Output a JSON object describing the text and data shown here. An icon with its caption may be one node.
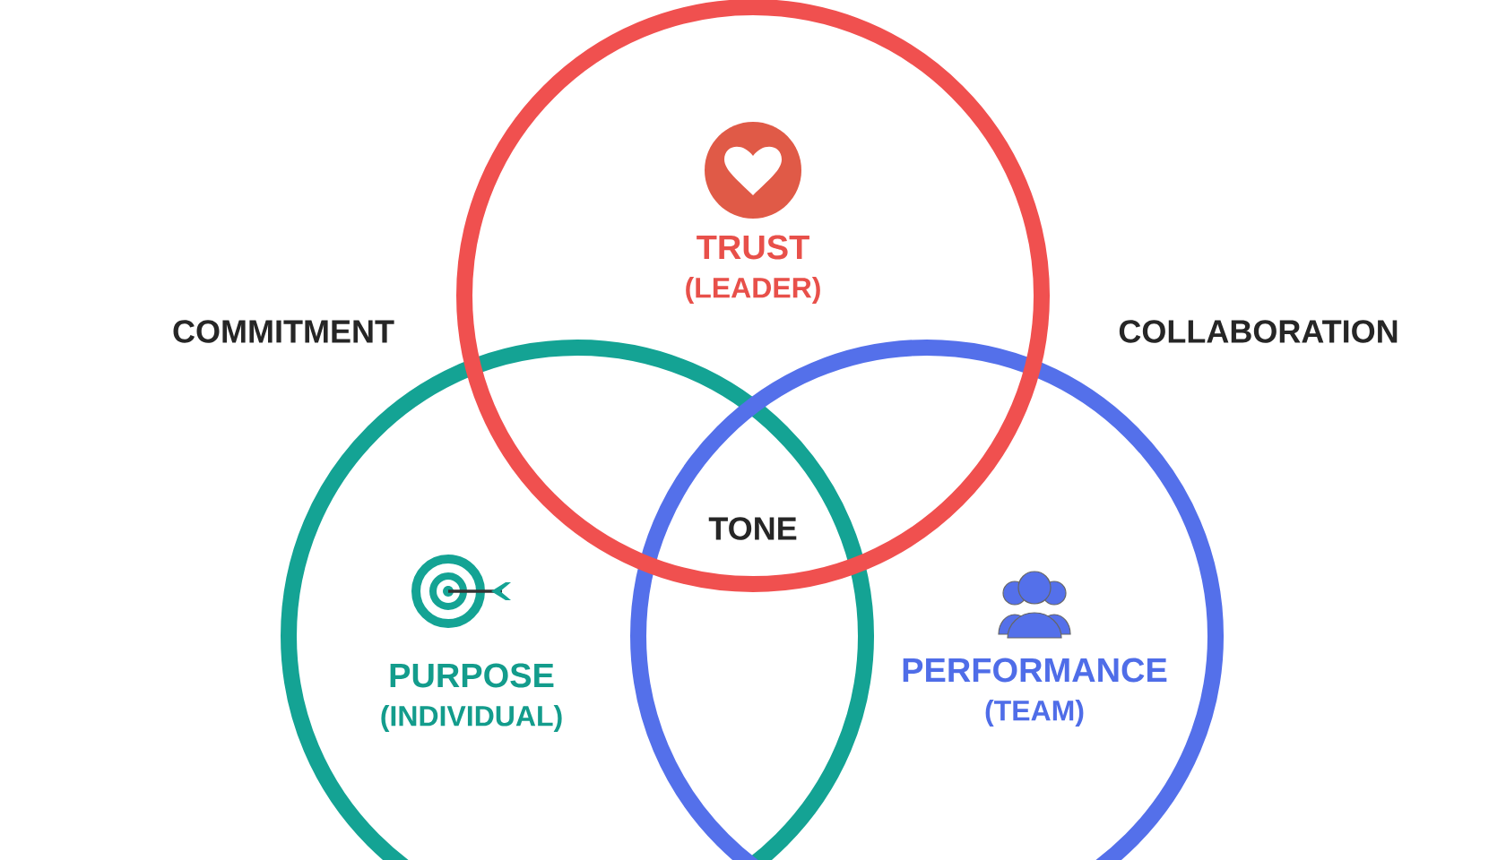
{
  "diagram": {
    "nodes": [
      {
        "text": [
          "TRUST",
          "(LEADER)"
        ]
      },
      {
        "text": [
          "PURPOSE",
          "(INDIVIDUAL)"
        ]
      },
      {
        "text": [
          "PERFORMANCE",
          "(TEAM)"
        ]
      }
    ],
    "labels": [
      "COMMITMENT",
      "COLLABORATION",
      "TONE"
    ]
  }
}
